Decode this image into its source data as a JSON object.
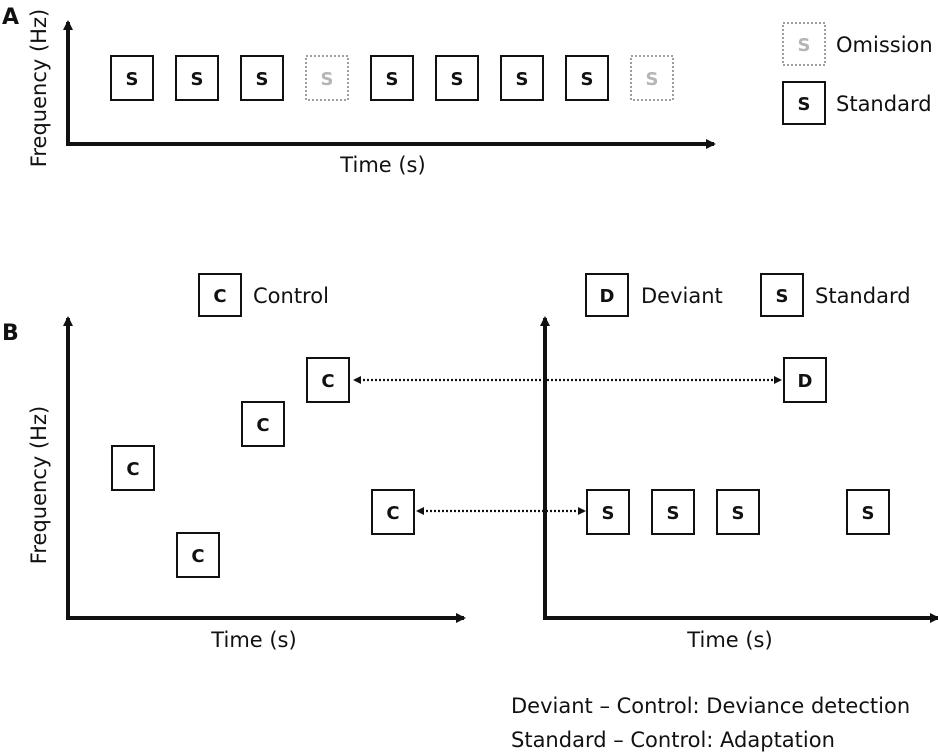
{
  "panel_a": {
    "letter": "A",
    "ylabel": "Frequency (Hz)",
    "xlabel": "Time (s)",
    "sequence": [
      "S",
      "S",
      "S",
      "S",
      "S",
      "S",
      "S",
      "S",
      "S"
    ],
    "omitted": [
      false,
      false,
      false,
      true,
      false,
      false,
      false,
      false,
      true
    ],
    "legend": {
      "omission_symbol": "S",
      "omission_label": "Omission",
      "standard_symbol": "S",
      "standard_label": "Standard"
    }
  },
  "panel_b": {
    "letter": "B",
    "left": {
      "ylabel": "Frequency (Hz)",
      "xlabel": "Time (s)",
      "legend_symbol": "C",
      "legend_label": "Control",
      "boxes": [
        "C",
        "C",
        "C",
        "C",
        "C"
      ]
    },
    "right": {
      "xlabel": "Time (s)",
      "legend_deviant_symbol": "D",
      "legend_deviant_label": "Deviant",
      "legend_standard_symbol": "S",
      "legend_standard_label": "Standard",
      "boxes": [
        "D",
        "S",
        "S",
        "S",
        "S"
      ]
    }
  },
  "caption": {
    "line1": "Deviant – Control: Deviance detection",
    "line2": "Standard – Control: Adaptation"
  },
  "colors": {
    "stroke": "#111111",
    "omitted": "#9e9e9e"
  }
}
